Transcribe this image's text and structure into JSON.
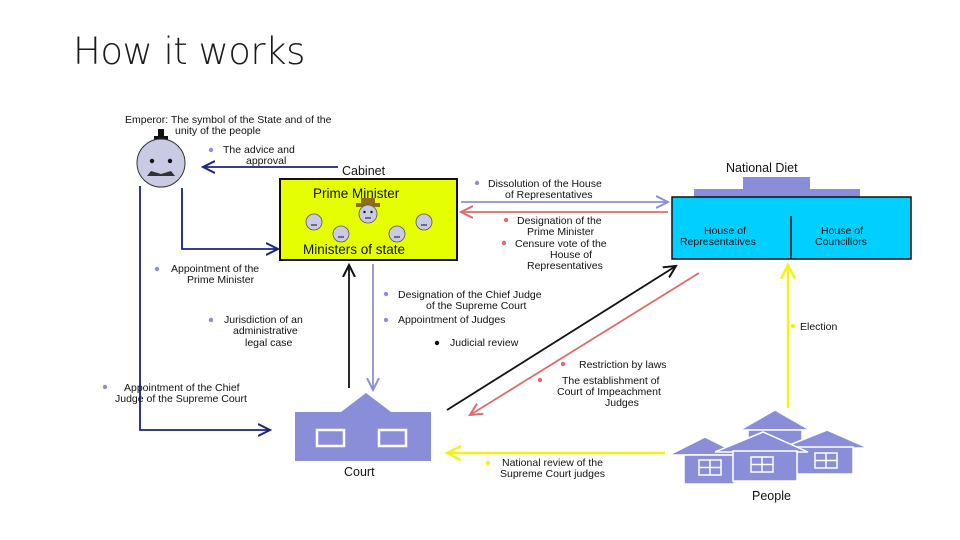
{
  "title": "How it works",
  "colors": {
    "navy": "#1a237e",
    "periwinkle": "#8c8fd6",
    "pink": "#e06b6b",
    "yellow": "#f5f21a",
    "lime": "#e6ff00",
    "cyan": "#00cfff",
    "building": "#8a8ed9",
    "face": "#c8cbe3"
  },
  "emperor": {
    "label_line1": "Emperor: The symbol of the State and of the",
    "label_line2": "unity of the people"
  },
  "cabinet": {
    "heading": "Cabinet",
    "prime_minister": "Prime Minister",
    "ministers": "Ministers of state"
  },
  "diet": {
    "heading": "National Diet",
    "house_reps_line1": "House of",
    "house_reps_line2": "Representatives",
    "house_councillors_line1": "House of",
    "house_councillors_line2": "Councillors"
  },
  "court": {
    "label": "Court"
  },
  "people": {
    "label": "People"
  },
  "notes": {
    "advice_line1": "The advice and",
    "advice_line2": "approval",
    "dissolution_line1": "Dissolution of the House",
    "dissolution_line2": "of Representatives",
    "designation_pm_line1": "Designation of the",
    "designation_pm_line2": "Prime Minister",
    "censure_line1": "Censure vote of the",
    "censure_line2": "House of",
    "censure_line3": "Representatives",
    "appoint_pm_line1": "Appointment of the",
    "appoint_pm_line2": "Prime Minister",
    "designation_cj_line1": "Designation of the Chief Judge",
    "designation_cj_line2": "of the Supreme Court",
    "appoint_judges": "Appointment of Judges",
    "jurisdiction_line1": "Jurisdiction of an",
    "jurisdiction_line2": "administrative",
    "jurisdiction_line3": "legal case",
    "judicial_review": "Judicial review",
    "election": "Election",
    "restriction": "Restriction by laws",
    "impeachment_line1": "The establishment of",
    "impeachment_line2": "Court of Impeachment",
    "impeachment_line3": "Judges",
    "appoint_cj_line1": "Appointment of the Chief",
    "appoint_cj_line2": "Judge of the Supreme Court",
    "national_review_line1": "National review of the",
    "national_review_line2": "Supreme Court judges"
  }
}
